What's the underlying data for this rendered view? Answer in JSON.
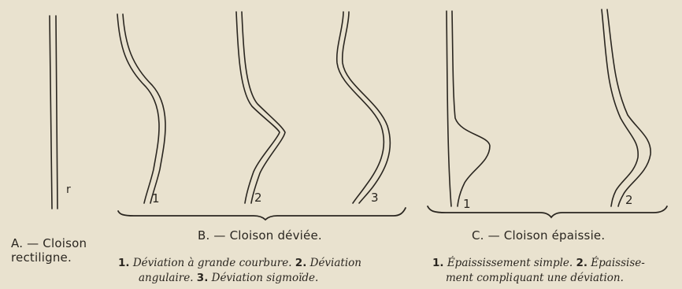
{
  "labels": {
    "a_r": "r",
    "b_num1": "1",
    "b_num2": "2",
    "b_num3": "3",
    "c_num1": "1",
    "c_num2": "2"
  },
  "captions": {
    "a_line1": "A. — Cloison",
    "a_line2": "rectiligne.",
    "b_title": "B. — Cloison déviée.",
    "c_title": "C. — Cloison épaissie."
  },
  "legends": {
    "b": {
      "n1": "1.",
      "t1": " Déviation à grande courbure. ",
      "n2": "2.",
      "t2": " Déviation",
      "line2_t1": "angulaire. ",
      "n3": "3.",
      "line2_t2": " Déviation sigmoïde."
    },
    "c": {
      "n1": "1.",
      "t1": " Épaississement simple. ",
      "n2": "2.",
      "t2": " Épaissise-",
      "line2": "ment compliquant une déviation."
    }
  },
  "colors": {
    "ink": "#2a2620",
    "paper": "#e9e2cf"
  }
}
